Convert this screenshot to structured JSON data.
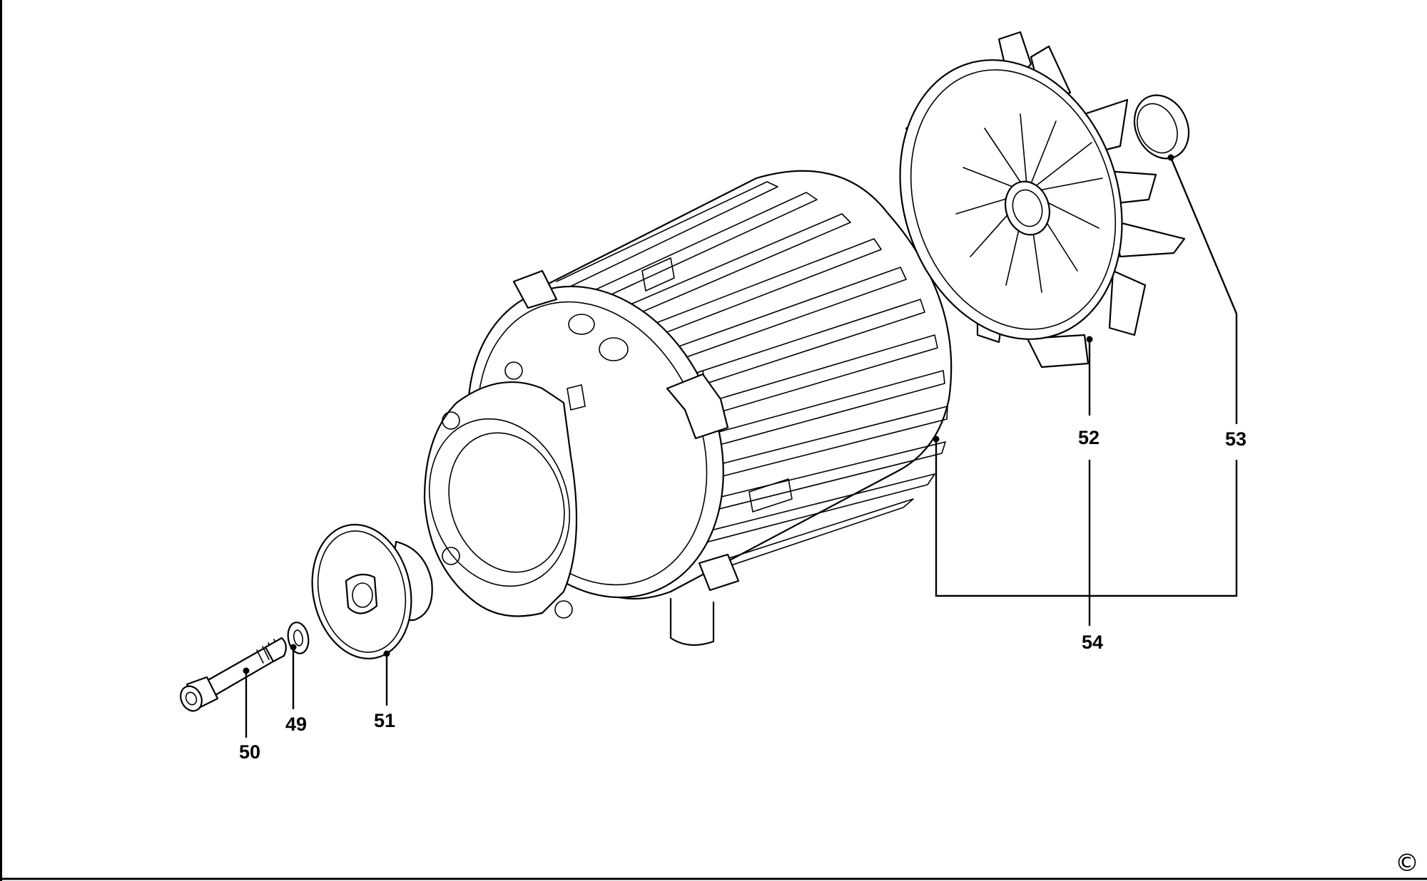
{
  "diagram": {
    "type": "exploded-parts-diagram",
    "callouts": [
      {
        "id": "49",
        "label": "49"
      },
      {
        "id": "50",
        "label": "50"
      },
      {
        "id": "51",
        "label": "51"
      },
      {
        "id": "52",
        "label": "52"
      },
      {
        "id": "53",
        "label": "53"
      },
      {
        "id": "54",
        "label": "54"
      }
    ],
    "copyright_symbol": "©"
  },
  "colors": {
    "ink": "#000000",
    "paper": "#ffffff"
  }
}
